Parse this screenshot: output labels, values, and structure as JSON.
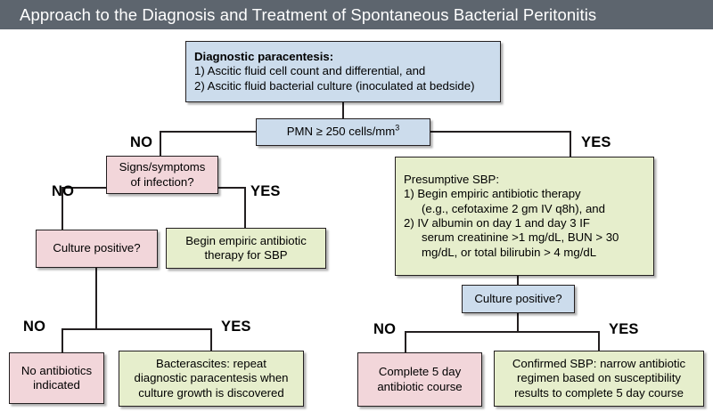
{
  "title": "Approach to the Diagnosis and Treatment of Spontaneous Bacterial Peritonitis",
  "colors": {
    "titlebar": "#5d656e",
    "title_text": "#ffffff",
    "blue_node": "#ccdcec",
    "pink_node": "#f2d6da",
    "green_node": "#e6eecc",
    "node_border": "#231f20",
    "connector": "#231f20",
    "background": "#ffffff"
  },
  "nodes": {
    "diagnostic_paracentesis": {
      "heading": "Diagnostic paracentesis:",
      "line1": "1) Ascitic fluid cell count and differential, and",
      "line2": "2) Ascitic fluid bacterial culture (inoculated at bedside)",
      "color": "blue"
    },
    "pmn_threshold": {
      "label_pre": "PMN ≥ 250 cells/mm",
      "label_sup": "3",
      "color": "blue"
    },
    "signs_symptoms": {
      "line1": "Signs/symptoms",
      "line2": "of infection?",
      "color": "pink"
    },
    "culture_positive_left": {
      "label": "Culture positive?",
      "color": "pink"
    },
    "begin_empiric": {
      "line1": "Begin empiric antibiotic",
      "line2": "therapy for SBP",
      "color": "green"
    },
    "no_antibiotics": {
      "line1": "No antibiotics",
      "line2": "indicated",
      "color": "pink"
    },
    "bacterascites": {
      "line1": "Bacterascites: repeat",
      "line2": "diagnostic paracentesis when",
      "line3": "culture growth is discovered",
      "color": "green"
    },
    "presumptive_sbp": {
      "heading": "Presumptive SBP:",
      "item1_a": "1) Begin empiric antibiotic therapy",
      "item1_b": "(e.g., cefotaxime 2 gm IV q8h), and",
      "item2_a": "2) IV albumin on day 1 and day 3 IF",
      "item2_b": "serum creatinine >1 mg/dL, BUN > 30",
      "item2_c": "mg/dL, or total bilirubin > 4 mg/dL",
      "color": "green"
    },
    "culture_positive_right": {
      "label": "Culture positive?",
      "color": "blue"
    },
    "complete_5_day": {
      "line1": "Complete 5 day",
      "line2": "antibiotic course",
      "color": "pink"
    },
    "confirmed_sbp": {
      "line1": "Confirmed SBP: narrow antibiotic",
      "line2": "regimen based on susceptibility",
      "line3": "results to complete 5 day course",
      "color": "green"
    }
  },
  "edge_labels": {
    "pmn_no": "NO",
    "pmn_yes": "YES",
    "signs_no": "NO",
    "signs_yes": "YES",
    "culture_left_no": "NO",
    "culture_left_yes": "YES",
    "culture_right_no": "NO",
    "culture_right_yes": "YES"
  },
  "chart_data": {
    "type": "diagram",
    "diagram_kind": "clinical decision flowchart",
    "title": "Approach to the Diagnosis and Treatment of Spontaneous Bacterial Peritonitis",
    "edges": [
      {
        "from": "diagnostic_paracentesis",
        "to": "pmn_threshold",
        "label": ""
      },
      {
        "from": "pmn_threshold",
        "to": "signs_symptoms",
        "label": "NO"
      },
      {
        "from": "pmn_threshold",
        "to": "presumptive_sbp",
        "label": "YES"
      },
      {
        "from": "signs_symptoms",
        "to": "culture_positive_left",
        "label": "NO"
      },
      {
        "from": "signs_symptoms",
        "to": "begin_empiric",
        "label": "YES"
      },
      {
        "from": "culture_positive_left",
        "to": "no_antibiotics",
        "label": "NO"
      },
      {
        "from": "culture_positive_left",
        "to": "bacterascites",
        "label": "YES"
      },
      {
        "from": "presumptive_sbp",
        "to": "culture_positive_right",
        "label": ""
      },
      {
        "from": "culture_positive_right",
        "to": "complete_5_day",
        "label": "NO"
      },
      {
        "from": "culture_positive_right",
        "to": "confirmed_sbp",
        "label": "YES"
      }
    ]
  }
}
